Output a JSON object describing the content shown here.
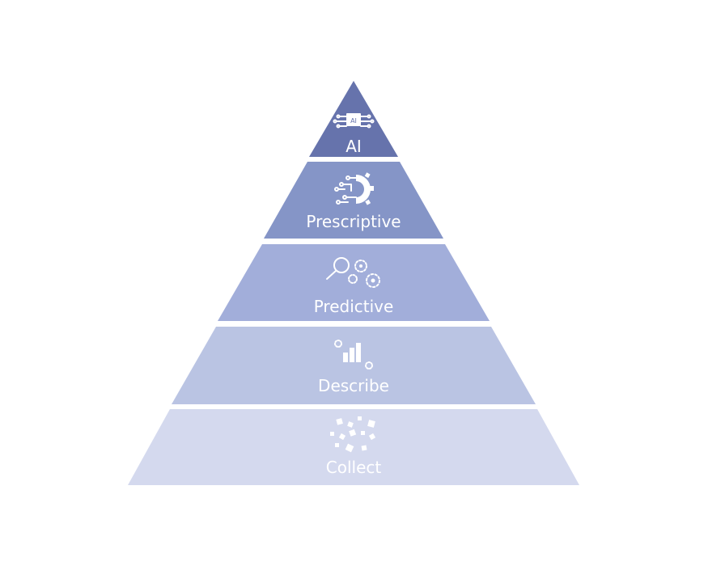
{
  "pyramid": {
    "tiers": [
      {
        "label": "AI",
        "icon": "ai-chip-icon",
        "color": "#6673AC"
      },
      {
        "label": "Prescriptive",
        "icon": "circuit-gear-icon",
        "color": "#8595C7"
      },
      {
        "label": "Predictive",
        "icon": "magnifier-gears-icon",
        "color": "#A2AEDA"
      },
      {
        "label": "Describe",
        "icon": "bar-chart-gears-icon",
        "color": "#BAC4E3"
      },
      {
        "label": "Collect",
        "icon": "scattered-squares-icon",
        "color": "#D4D9EE"
      }
    ],
    "chip_text": "AI"
  }
}
